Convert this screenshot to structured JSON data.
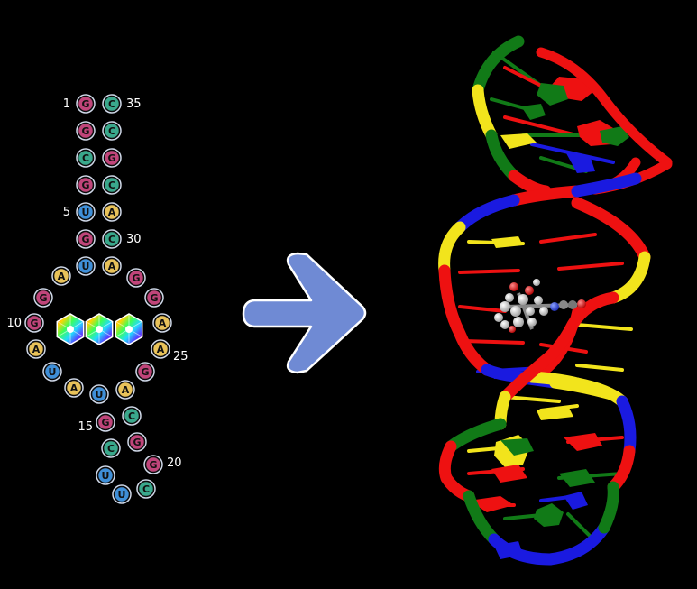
{
  "colors": {
    "background": "#000000",
    "G": "#c0457a",
    "C": "#3aa88c",
    "A": "#e8c25a",
    "U": "#3f8fd8",
    "arrow_fill": "#6f8ad4",
    "arrow_stroke": "#ffffff",
    "ribbon_red": "#ee1111",
    "ribbon_yellow": "#f2e41c",
    "ribbon_blue": "#1a1ae0",
    "ribbon_green": "#117a17"
  },
  "secondary_structure": {
    "nucleotides": [
      {
        "base": "G"
      },
      {
        "base": "G"
      },
      {
        "base": "C"
      },
      {
        "base": "G"
      },
      {
        "base": "U"
      },
      {
        "base": "G"
      },
      {
        "base": "U"
      },
      {
        "base": "A"
      },
      {
        "base": "G"
      },
      {
        "base": "G"
      },
      {
        "base": "A"
      },
      {
        "base": "U"
      },
      {
        "base": "A"
      },
      {
        "base": "U"
      },
      {
        "base": "G"
      },
      {
        "base": "C"
      },
      {
        "base": "U"
      },
      {
        "base": "U"
      },
      {
        "base": "C"
      },
      {
        "base": "G"
      },
      {
        "base": "G"
      },
      {
        "base": "C"
      },
      {
        "base": "A"
      },
      {
        "base": "G"
      },
      {
        "base": "A"
      },
      {
        "base": "A"
      },
      {
        "base": "G"
      },
      {
        "base": "G"
      },
      {
        "base": "A"
      },
      {
        "base": "C"
      },
      {
        "base": "A"
      },
      {
        "base": "C"
      },
      {
        "base": "G"
      },
      {
        "base": "C"
      },
      {
        "base": "C"
      }
    ],
    "position_labels": [
      "1",
      "35",
      "5",
      "30",
      "10",
      "25",
      "15",
      "20"
    ],
    "ligand_icon": "ligand-hexagon-icon"
  },
  "arrow": {
    "icon": "right-arrow-icon"
  },
  "tertiary_structure": {
    "render": "rna-3d-ribbon-with-bound-ligand"
  }
}
